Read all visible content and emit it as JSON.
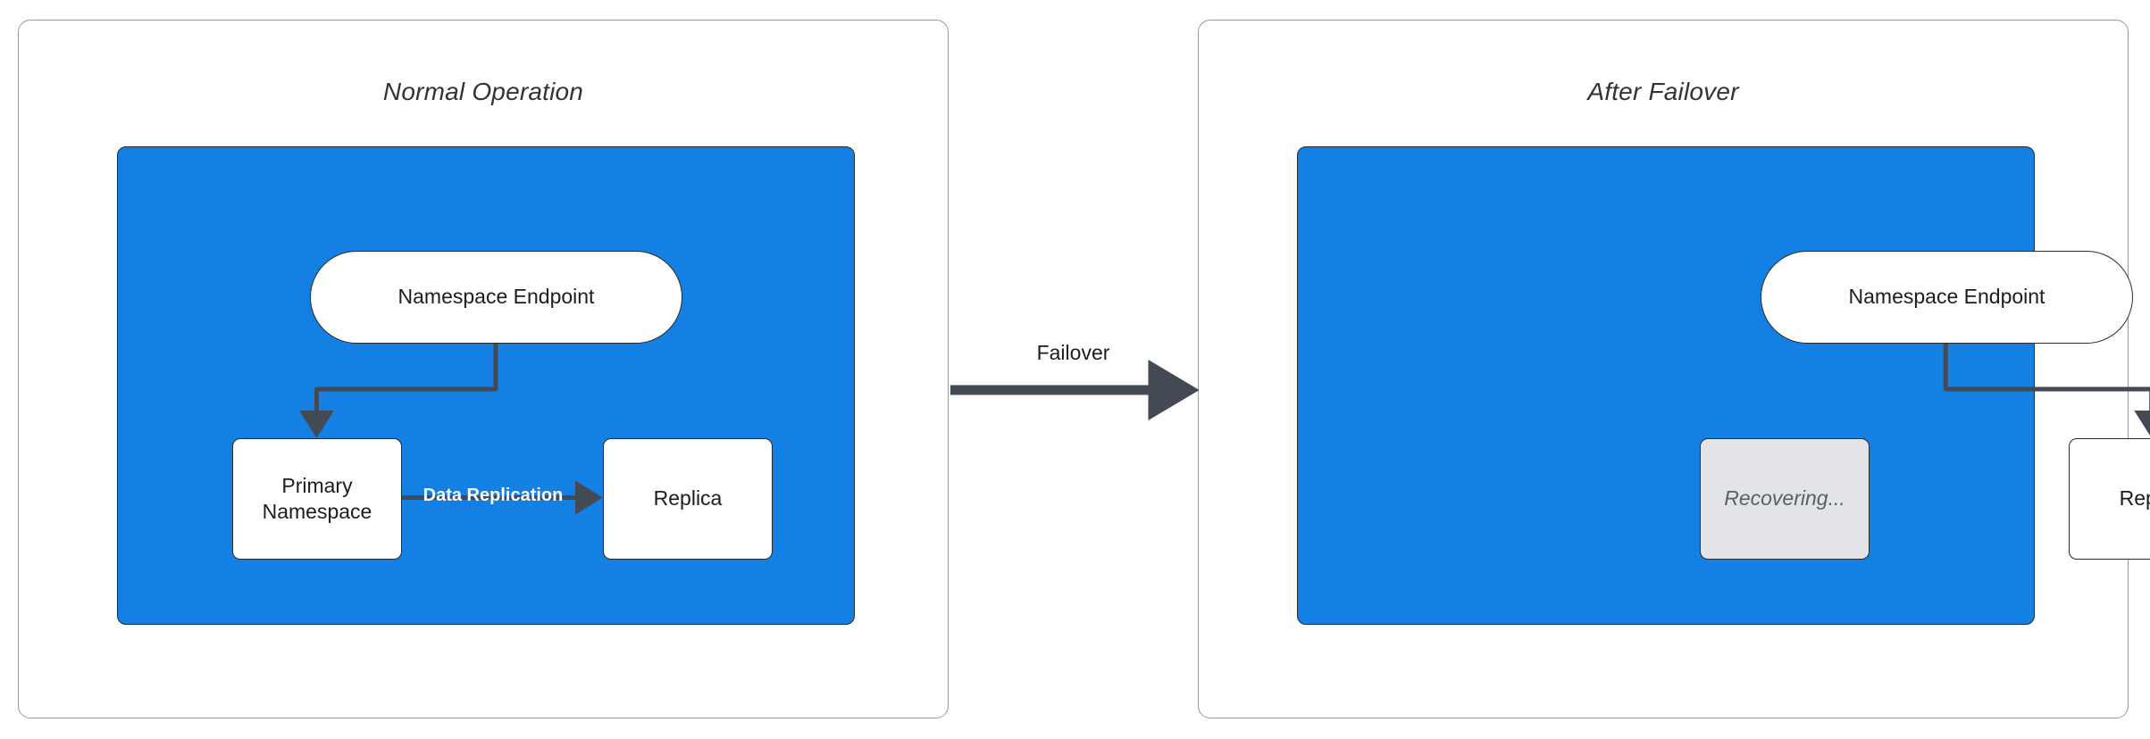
{
  "diagram": {
    "title_hidden": "",
    "colors": {
      "group_blue": "#1580e3",
      "node_white": "#ffffff",
      "node_disabled_gray": "#e2e4e7",
      "stroke_dark": "#2b2b2b",
      "arrow_dark": "#434a54",
      "panel_border": "#999999",
      "label_white": "#ffffff",
      "text_dark": "#1d1d1d",
      "text_muted": "#5a5f66"
    },
    "panels": [
      {
        "id": "normal-operation",
        "title": "Normal Operation",
        "nodes": [
          {
            "id": "endpoint",
            "label": "Namespace Endpoint",
            "shape": "pill",
            "state": "active"
          },
          {
            "id": "primary",
            "label": "Primary\nNamespace",
            "label_line1": "Primary",
            "label_line2": "Namespace",
            "shape": "rect",
            "state": "active"
          },
          {
            "id": "replica",
            "label": "Replica",
            "shape": "rect",
            "state": "active"
          }
        ],
        "edges": [
          {
            "from": "endpoint",
            "to": "primary",
            "label": "",
            "style": "elbow-down-left"
          },
          {
            "from": "primary",
            "to": "replica",
            "label": "Data Replication",
            "style": "straight-right"
          }
        ]
      },
      {
        "id": "after-failover",
        "title": "After Failover",
        "nodes": [
          {
            "id": "endpoint",
            "label": "Namespace Endpoint",
            "shape": "pill",
            "state": "active"
          },
          {
            "id": "recovering",
            "label": "Recovering...",
            "shape": "rect",
            "state": "disabled"
          },
          {
            "id": "replica",
            "label": "Replica",
            "shape": "rect",
            "state": "active"
          }
        ],
        "edges": [
          {
            "from": "endpoint",
            "to": "replica",
            "label": "",
            "style": "elbow-down-right"
          }
        ]
      }
    ],
    "transition": {
      "label": "Failover",
      "direction": "left-to-right",
      "icon": "arrow-right-icon"
    }
  }
}
